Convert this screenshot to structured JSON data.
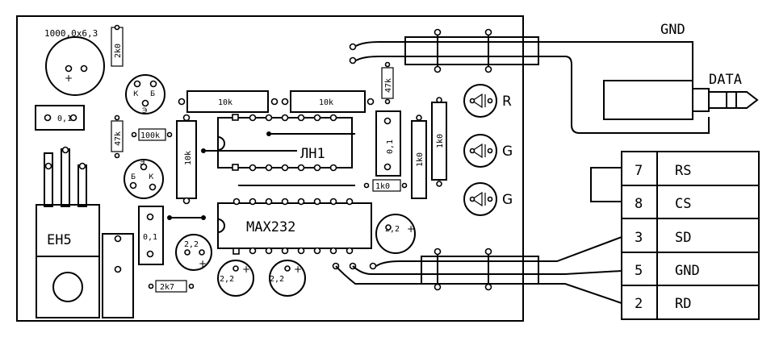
{
  "board": {
    "cap_main_label": "1000,0x6,3",
    "res_2k0": "2k0",
    "transistor_top_pins": [
      "К",
      "Б",
      "Э"
    ],
    "transistor_bottom_pins": [
      "Э",
      "Б",
      "К"
    ],
    "cap_01_left": "0,1",
    "res_47k_left": "47k",
    "res_100k": "100k",
    "res_10k_vertical": "10k",
    "res_10k_a": "10k",
    "res_10k_b": "10k",
    "res_47k_right": "47k",
    "cap_01_mid": "0,1",
    "res_1k0_a": "1k0",
    "res_1k0_b": "1k0",
    "res_1k0_c": "1k0",
    "chip_1": "ЛН1",
    "chip_2": "MAX232",
    "regulator": "ЕН5",
    "cap_01_bottom": "0,1",
    "cap_22_a": "2,2",
    "cap_22_b": "2,2",
    "cap_22_c": "2,2",
    "cap_22_d": "2,2",
    "res_2k7": "2k7",
    "plus": "+",
    "led_labels": [
      "R",
      "G",
      "G"
    ]
  },
  "jack": {
    "gnd_label": "GND",
    "data_label": "DATA"
  },
  "connector": {
    "pins": [
      {
        "num": "7",
        "name": "RS"
      },
      {
        "num": "8",
        "name": "CS"
      },
      {
        "num": "3",
        "name": "SD"
      },
      {
        "num": "5",
        "name": "GND"
      },
      {
        "num": "2",
        "name": "RD"
      }
    ]
  }
}
